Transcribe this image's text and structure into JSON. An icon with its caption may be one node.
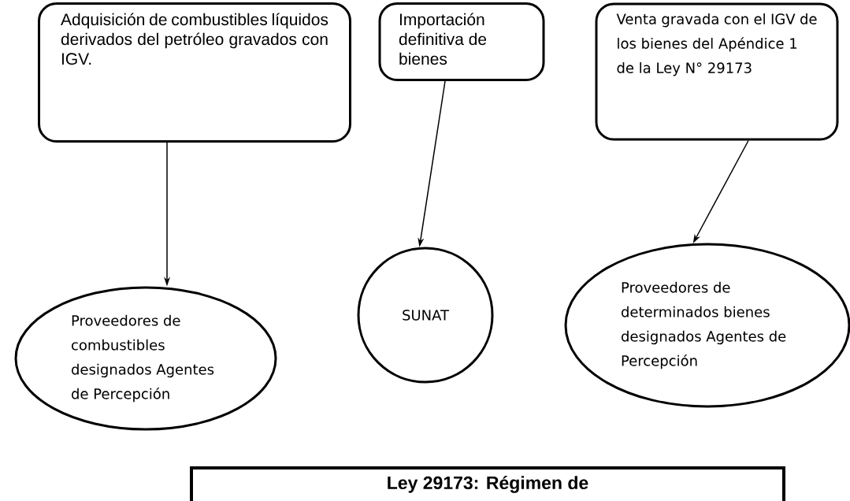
{
  "diagram": {
    "nodes": [
      {
        "text": [
          "Adquisición de combustibles líquidos derivados del petróleo gravados con IGV."
        ]
      },
      {
        "text": [
          "Importación definitiva de bienes"
        ]
      },
      {
        "text": [
          "Venta gravada con el IGV de los bienes del Apéndice 1 de la Ley N° 29173"
        ]
      },
      {
        "text": [
          "Proveedores de combustibles designados Agentes de Percepción"
        ]
      },
      {
        "text": [
          "SUNAT"
        ]
      },
      {
        "text": [
          "Proveedores de determinados bienes designados Agentes de Percepción"
        ]
      },
      {
        "text": [
          "Ley 29173: Régimen de"
        ]
      }
    ],
    "edges": [
      {
        "from": 0,
        "to": 3,
        "arrow": "to"
      },
      {
        "from": 1,
        "to": 4,
        "arrow": "to"
      },
      {
        "from": 2,
        "to": 5,
        "arrow": "to"
      }
    ]
  }
}
